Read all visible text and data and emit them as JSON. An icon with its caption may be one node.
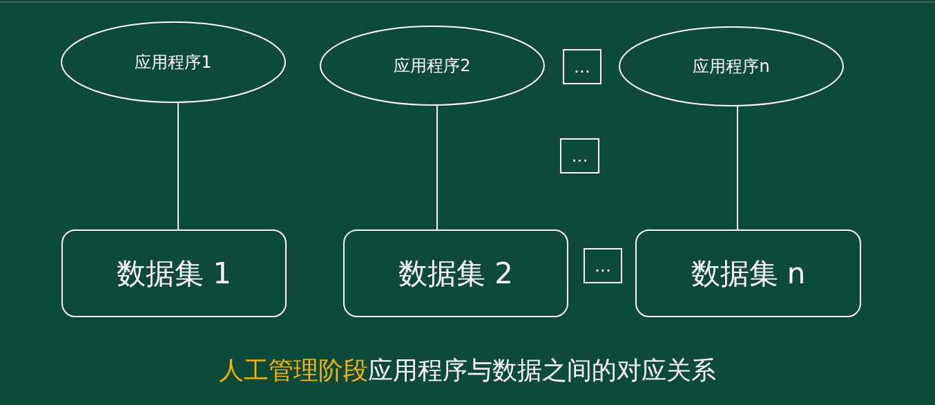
{
  "diagram": {
    "caption": "**人工管理阶段**应用程序与数据之间的对应关系",
    "nodes": [
      {
        "text": [
          "应用程序1"
        ]
      },
      {
        "text": [
          "应用程序2"
        ]
      },
      {
        "text": [
          "…"
        ]
      },
      {
        "text": [
          "应用程序n"
        ]
      },
      {
        "text": [
          "…"
        ]
      },
      {
        "text": [
          "数据集 1"
        ]
      },
      {
        "text": [
          "数据集 2"
        ]
      },
      {
        "text": [
          "…"
        ]
      },
      {
        "text": [
          "数据集 n"
        ]
      }
    ],
    "edges": [
      {
        "from": 0,
        "to": 5,
        "arrow": "none"
      },
      {
        "from": 1,
        "to": 6,
        "arrow": "none"
      },
      {
        "from": 3,
        "to": 8,
        "arrow": "none"
      }
    ]
  }
}
